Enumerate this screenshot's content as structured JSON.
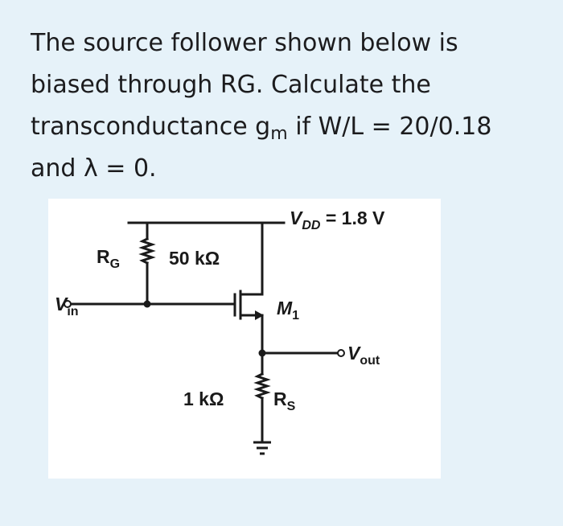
{
  "question": {
    "line1": "The source follower shown below is",
    "line2": "biased through RG. Calculate the",
    "line3_prefix": "transconductance g",
    "line3_sub": "m",
    "line3_suffix": " if W/L = 20/0.18",
    "line4": "and λ = 0."
  },
  "circuit": {
    "vdd_symbol": "V",
    "vdd_sub": "DD",
    "vdd_value": " = 1.8 V",
    "rg_symbol": "R",
    "rg_sub": "G",
    "rg_value": "50 kΩ",
    "vin_symbol": "V",
    "vin_sub": "in",
    "m1_symbol": "M",
    "m1_sub": "1",
    "vout_symbol": "V",
    "vout_sub": "out",
    "rs_value": "1 kΩ",
    "rs_symbol": "R",
    "rs_sub": "S"
  },
  "colors": {
    "page_background": "#e6f2f9",
    "card_background": "#ffffff",
    "text": "#1c1c1e",
    "wire": "#1a1a1a"
  }
}
